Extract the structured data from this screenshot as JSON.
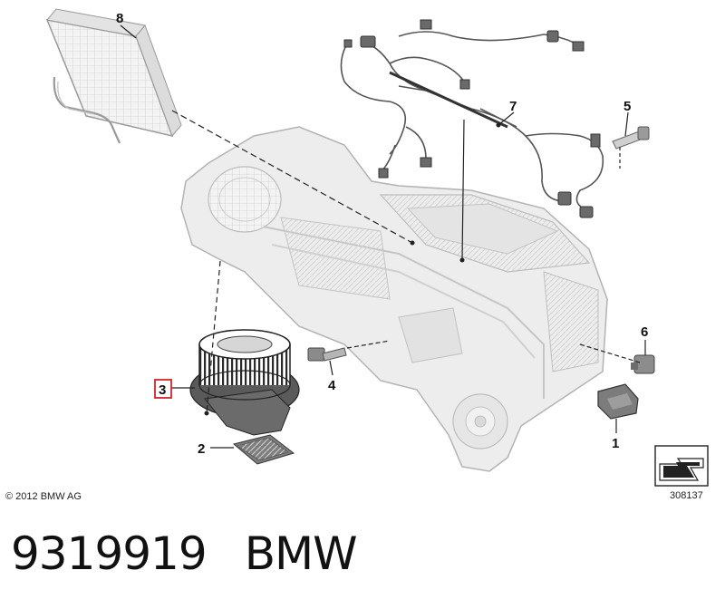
{
  "callouts": {
    "c1": "1",
    "c2": "2",
    "c3": "3",
    "c4": "4",
    "c5": "5",
    "c6": "6",
    "c7": "7",
    "c8": "8"
  },
  "highlighted_callout": "3",
  "colors": {
    "highlight": "#d0262b",
    "line": "#222222",
    "part_fill": "#ececec",
    "part_stroke": "#a9a9a9"
  },
  "copyright": "© 2012 BMW AG",
  "illustration_number": "308137",
  "footer": {
    "part_number": "9319919",
    "brand": "BMW"
  },
  "icons": [
    "nav-arrow-icon"
  ]
}
